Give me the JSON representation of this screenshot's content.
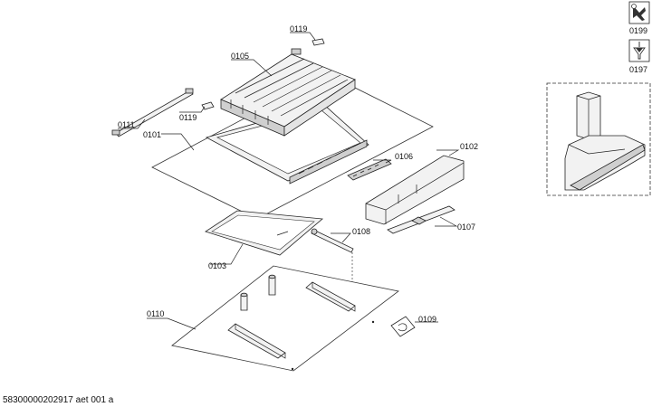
{
  "labels": {
    "p0119a": "0119",
    "p0105": "0105",
    "p0111": "0111",
    "p0119b": "0119",
    "p0101": "0101",
    "p0106": "0106",
    "p0102": "0102",
    "p0107": "0107",
    "p0108": "0108",
    "p0103": "0103",
    "p0110": "0110",
    "p0109": "0109"
  },
  "legend": {
    "tool_code": "0199",
    "funnel_code": "0197"
  },
  "footer": {
    "drawing_id": "58300000202917 aet 001 a"
  }
}
